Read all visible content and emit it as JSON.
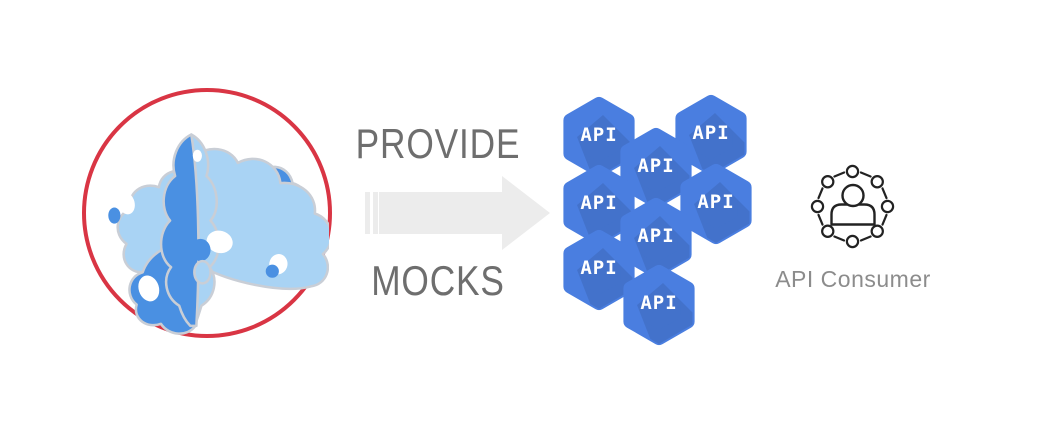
{
  "diagram": {
    "title_hint": "provide mocks flow",
    "background": "#ffffff"
  },
  "logo": {
    "icon": "papercraft-cloud-icon",
    "ring_color": "#d93544",
    "cloud_primary_color": "#4a90e2",
    "cloud_light_color": "#a9d3f4",
    "cloud_outline_color": "#c9ced6"
  },
  "flow": {
    "top_label": "PROVIDE",
    "bottom_label": "MOCKS",
    "label_color": "#6e6e6e",
    "arrow_icon": "right-arrow-icon",
    "arrow_color": "#ececec"
  },
  "api_cluster": {
    "hex_color": "#4a7ee0",
    "hex_label_color": "#ffffff",
    "hexagons": [
      {
        "label": "API"
      },
      {
        "label": "API"
      },
      {
        "label": "API"
      },
      {
        "label": "API"
      },
      {
        "label": "API"
      },
      {
        "label": "API"
      },
      {
        "label": "API"
      },
      {
        "label": "API"
      }
    ]
  },
  "consumer": {
    "icon": "person-network-icon",
    "icon_color": "#222222",
    "label": "API Consumer",
    "label_color": "#8c8c8c"
  }
}
